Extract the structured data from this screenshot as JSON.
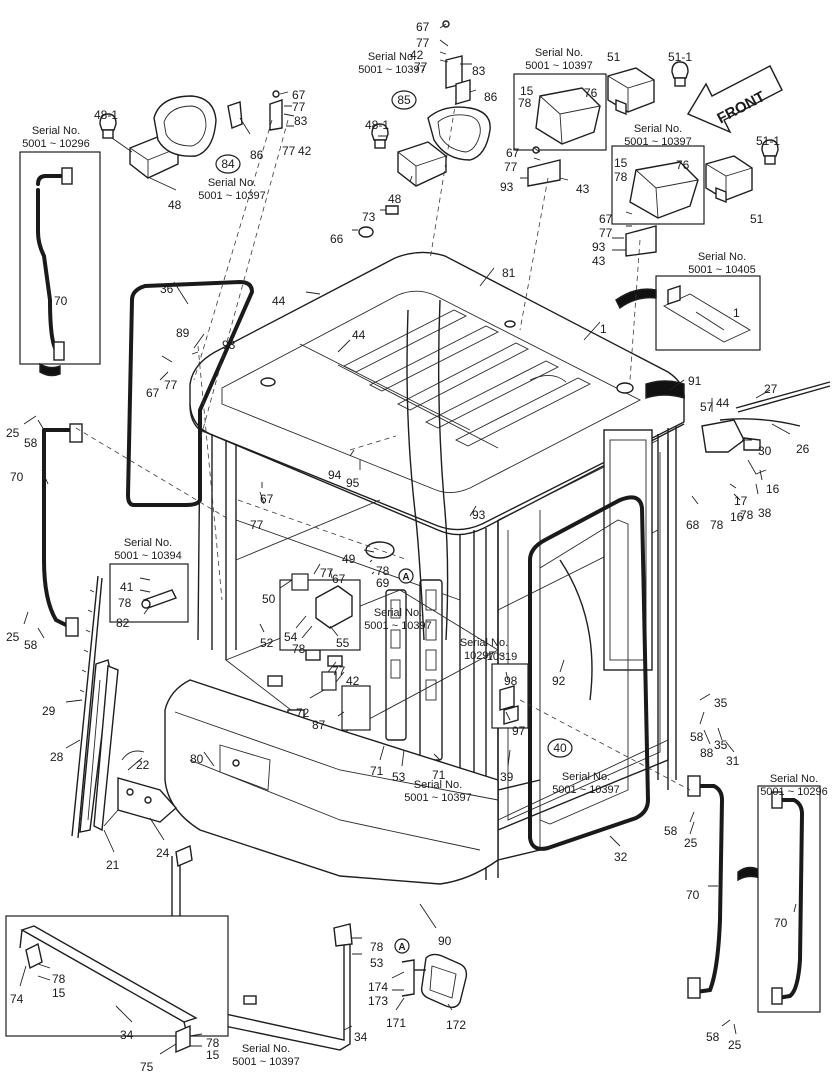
{
  "front_label": "FRONT",
  "callouts": [
    {
      "text": "67"
    },
    {
      "text": "77"
    },
    {
      "text": "42"
    },
    {
      "text": "77"
    },
    {
      "text": "83"
    },
    {
      "text": "86"
    },
    {
      "text": "51"
    },
    {
      "text": "51-1"
    },
    {
      "text": "15"
    },
    {
      "text": "78"
    },
    {
      "text": "76"
    },
    {
      "text": "48-1"
    },
    {
      "text": "67"
    },
    {
      "text": "77"
    },
    {
      "text": "83"
    },
    {
      "text": "86"
    },
    {
      "text": "77"
    },
    {
      "text": "42"
    },
    {
      "text": "48"
    },
    {
      "text": "48-1"
    },
    {
      "text": "48"
    },
    {
      "text": "67"
    },
    {
      "text": "77"
    },
    {
      "text": "93"
    },
    {
      "text": "43"
    },
    {
      "text": "15"
    },
    {
      "text": "78"
    },
    {
      "text": "76"
    },
    {
      "text": "51-1"
    },
    {
      "text": "51"
    },
    {
      "text": "67"
    },
    {
      "text": "77"
    },
    {
      "text": "93"
    },
    {
      "text": "43"
    },
    {
      "text": "73"
    },
    {
      "text": "66"
    },
    {
      "text": "70"
    },
    {
      "text": "36"
    },
    {
      "text": "44"
    },
    {
      "text": "81"
    },
    {
      "text": "1"
    },
    {
      "text": "1"
    },
    {
      "text": "89"
    },
    {
      "text": "93"
    },
    {
      "text": "44"
    },
    {
      "text": "67"
    },
    {
      "text": "77"
    },
    {
      "text": "91"
    },
    {
      "text": "27"
    },
    {
      "text": "57"
    },
    {
      "text": "44"
    },
    {
      "text": "26"
    },
    {
      "text": "25"
    },
    {
      "text": "58"
    },
    {
      "text": "70"
    },
    {
      "text": "94"
    },
    {
      "text": "95"
    },
    {
      "text": "30"
    },
    {
      "text": "16"
    },
    {
      "text": "67"
    },
    {
      "text": "77"
    },
    {
      "text": "17"
    },
    {
      "text": "78"
    },
    {
      "text": "38"
    },
    {
      "text": "68"
    },
    {
      "text": "78"
    },
    {
      "text": "16"
    },
    {
      "text": "93"
    },
    {
      "text": "49"
    },
    {
      "text": "78"
    },
    {
      "text": "69"
    },
    {
      "text": "77"
    },
    {
      "text": "67"
    },
    {
      "text": "41"
    },
    {
      "text": "78"
    },
    {
      "text": "82"
    },
    {
      "text": "50"
    },
    {
      "text": "25"
    },
    {
      "text": "58"
    },
    {
      "text": "52"
    },
    {
      "text": "54"
    },
    {
      "text": "78"
    },
    {
      "text": "55"
    },
    {
      "text": "98"
    },
    {
      "text": "97"
    },
    {
      "text": "92"
    },
    {
      "text": "77"
    },
    {
      "text": "42"
    },
    {
      "text": "72"
    },
    {
      "text": "87"
    },
    {
      "text": "29"
    },
    {
      "text": "35"
    },
    {
      "text": "58"
    },
    {
      "text": "88"
    },
    {
      "text": "35"
    },
    {
      "text": "31"
    },
    {
      "text": "71"
    },
    {
      "text": "53"
    },
    {
      "text": "71"
    },
    {
      "text": "39"
    },
    {
      "text": "28"
    },
    {
      "text": "22"
    },
    {
      "text": "80"
    },
    {
      "text": "58"
    },
    {
      "text": "25"
    },
    {
      "text": "21"
    },
    {
      "text": "24"
    },
    {
      "text": "32"
    },
    {
      "text": "70"
    },
    {
      "text": "70"
    },
    {
      "text": "90"
    },
    {
      "text": "78"
    },
    {
      "text": "53"
    },
    {
      "text": "174"
    },
    {
      "text": "173"
    },
    {
      "text": "171"
    },
    {
      "text": "172"
    },
    {
      "text": "74"
    },
    {
      "text": "78"
    },
    {
      "text": "15"
    },
    {
      "text": "34"
    },
    {
      "text": "34"
    },
    {
      "text": "78"
    },
    {
      "text": "15"
    },
    {
      "text": "75"
    },
    {
      "text": "58"
    },
    {
      "text": "25"
    }
  ],
  "circled": [
    {
      "text": "85"
    },
    {
      "text": "84"
    },
    {
      "text": "40"
    }
  ],
  "circle_letters": [
    {
      "text": "A"
    },
    {
      "text": "A"
    }
  ],
  "serial_notes": [
    {
      "line1": "Serial No.",
      "line2": "5001 ~ 10397"
    },
    {
      "line1": "Serial No.",
      "line2": "5001 ~ 10397"
    },
    {
      "line1": "Serial No.",
      "line2": "5001 ~ 10397"
    },
    {
      "line1": "Serial No.",
      "line2": "5001 ~ 10397"
    },
    {
      "line1": "Serial No.",
      "line2": "5001 ~ 10296"
    },
    {
      "line1": "Serial No.",
      "line2": "5001 ~ 10405"
    },
    {
      "line1": "Serial No.",
      "line2": "5001 ~ 10394"
    },
    {
      "line1": "Serial No.",
      "line2": "5001 ~ 10397"
    },
    {
      "line1": "Serial No.",
      "line2": "10297 ~"
    },
    {
      "line1": "10319",
      "line2": ""
    },
    {
      "line1": "Serial No.",
      "line2": "5001 ~ 10397"
    },
    {
      "line1": "Serial No.",
      "line2": "5001 ~ 10397"
    },
    {
      "line1": "Serial No.",
      "line2": "5001 ~ 10296"
    },
    {
      "line1": "Serial No.",
      "line2": "5001 ~ 10397"
    }
  ]
}
